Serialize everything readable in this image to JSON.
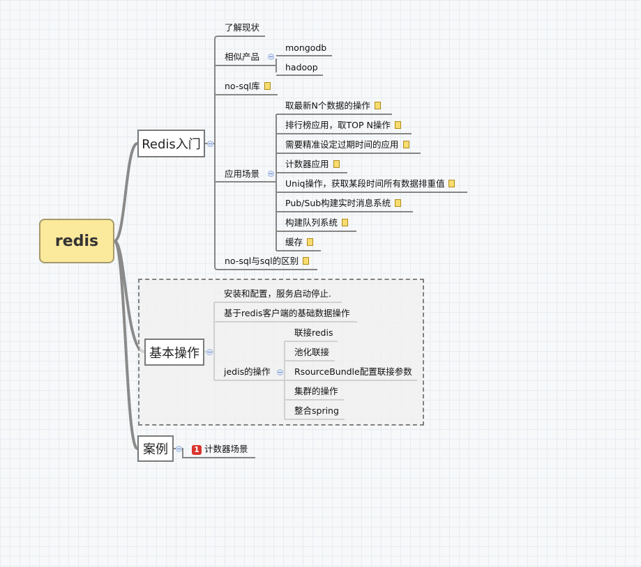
{
  "root": "redis",
  "branches": {
    "intro": {
      "label": "Redis入门",
      "children": {
        "c0": "了解现状",
        "c1": "相似产品",
        "c1a": "mongodb",
        "c1b": "hadoop",
        "c2": "no-sql库",
        "c3": "应用场景",
        "s": [
          "取最新N个数据的操作",
          "排行榜应用，取TOP N操作",
          "需要精准设定过期时间的应用",
          "计数器应用",
          "Uniq操作，获取某段时间所有数据排重值",
          "Pub/Sub构建实时消息系统",
          "构建队列系统",
          "缓存"
        ],
        "c4": "no-sql与sql的区别"
      }
    },
    "basic": {
      "label": "基本操作",
      "children": {
        "c0": "安装和配置，服务启动停止.",
        "c1": "基于redis客户端的基础数据操作",
        "c2": "jedis的操作",
        "j": [
          "联接redis",
          "池化联接",
          "RsourceBundle配置联接参数",
          "集群的操作",
          "整合spring"
        ]
      }
    },
    "cases": {
      "label": "案例",
      "children": {
        "c0": "计数器场景",
        "priority": "1"
      }
    }
  },
  "colors": {
    "root_fill": "#fbe99c",
    "line": "#808080"
  }
}
